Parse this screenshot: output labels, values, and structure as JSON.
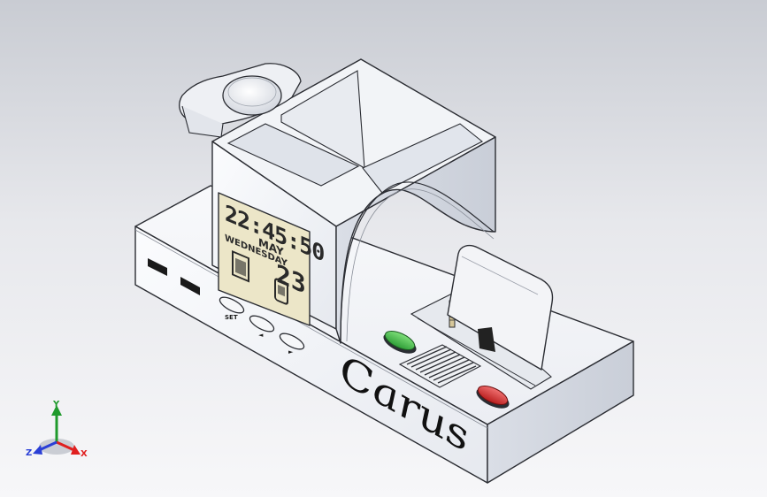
{
  "lcd": {
    "time": "22:45:50",
    "month": "MAY",
    "weekday": "WEDNESDAY",
    "date": "23"
  },
  "buttons": {
    "set_label": "SET",
    "prev_label": "◄",
    "next_label": "►"
  },
  "brand": {
    "text": "Carus"
  },
  "triad": {
    "x_label": "X",
    "y_label": "Y",
    "z_label": "Z",
    "x_color": "#e02020",
    "y_color": "#1f9a2c",
    "z_color": "#2a3fd6"
  },
  "colors": {
    "green_button": "#3fb84a",
    "red_button": "#d63030",
    "lcd_background": "#ece6c8"
  }
}
